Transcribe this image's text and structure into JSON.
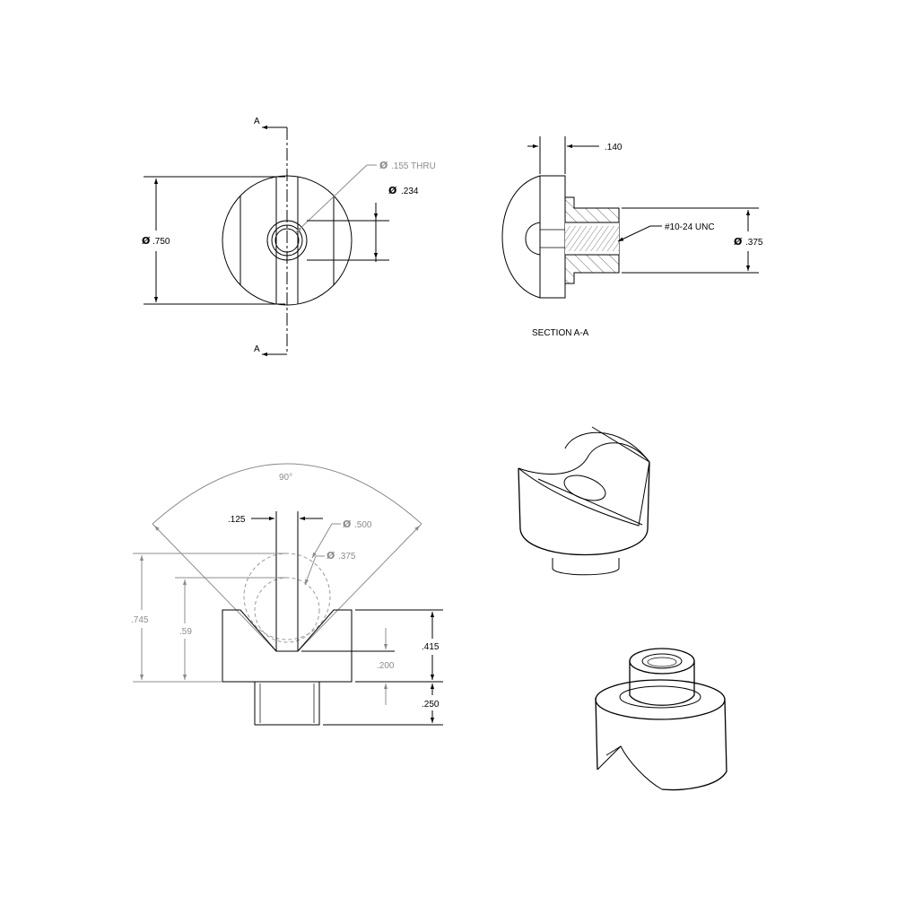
{
  "views": {
    "top": {
      "section_marker": "A",
      "dims": {
        "outer_diameter": ".750",
        "thru_hole": ".155 THRU",
        "counterbore": ".234"
      }
    },
    "section": {
      "title": "SECTION A-A",
      "dims": {
        "wall": ".140",
        "thread": "#10-24 UNC",
        "boss_diameter": ".375"
      }
    },
    "front": {
      "dims": {
        "angle": "90°",
        "slot_width": ".125",
        "ball_large": ".500",
        "ball_small": ".375",
        "height_large": ".745",
        "height_small": ".59",
        "body_height": ".415",
        "v_depth": ".200",
        "stud_length": ".250"
      }
    }
  },
  "symbols": {
    "diameter": "Ø"
  },
  "colors": {
    "line": "#000000",
    "reference": "#8c8c8c",
    "background": "#ffffff"
  }
}
